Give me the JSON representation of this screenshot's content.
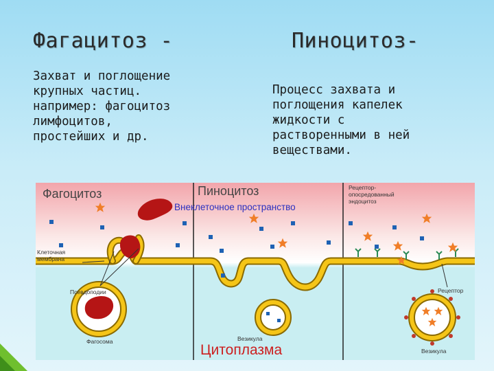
{
  "slide": {
    "left_title": "Фагацитоз -",
    "right_title": "Пиноцитоз-",
    "left_text": "Захват и поглощение\nкрупных частиц.\nнапример: фагоцитоз\nлимфоцитов,\nпростейших и др.",
    "right_text": "Процесс захвата и\nпоглощения капелек\nжидкости с\nрастворенными в ней\nвеществами."
  },
  "diagram": {
    "sections": {
      "phagocytosis": "Фагоцитоз",
      "pinocytosis": "Пиноцитоз",
      "receptor_endocytosis": "Рецептор-\nопосредованный\nэндоцитоз"
    },
    "labels": {
      "extracellular": "Внеклеточное пространство",
      "membrane": "Клеточная\nмембрана",
      "pseudopodia": "Псевдоподии",
      "phagosome": "Фагосома",
      "vesicle_left": "Везикула",
      "vesicle_right": "Везикула",
      "receptor": "Рецептор",
      "cytoplasm": "Цитоплазма"
    },
    "colors": {
      "extracellular_top": "#f2a5ab",
      "cytoplasm": "#c9eef2",
      "membrane": "#f5c518",
      "membrane_outline": "#8a6a00",
      "particle": "#b51515",
      "dots": "#1e62b4",
      "stars": "#f07e28",
      "receptor": "#2a8a55",
      "headline_blue": "#2b2fbf",
      "cytoplasm_text": "#cc1f1f"
    }
  }
}
